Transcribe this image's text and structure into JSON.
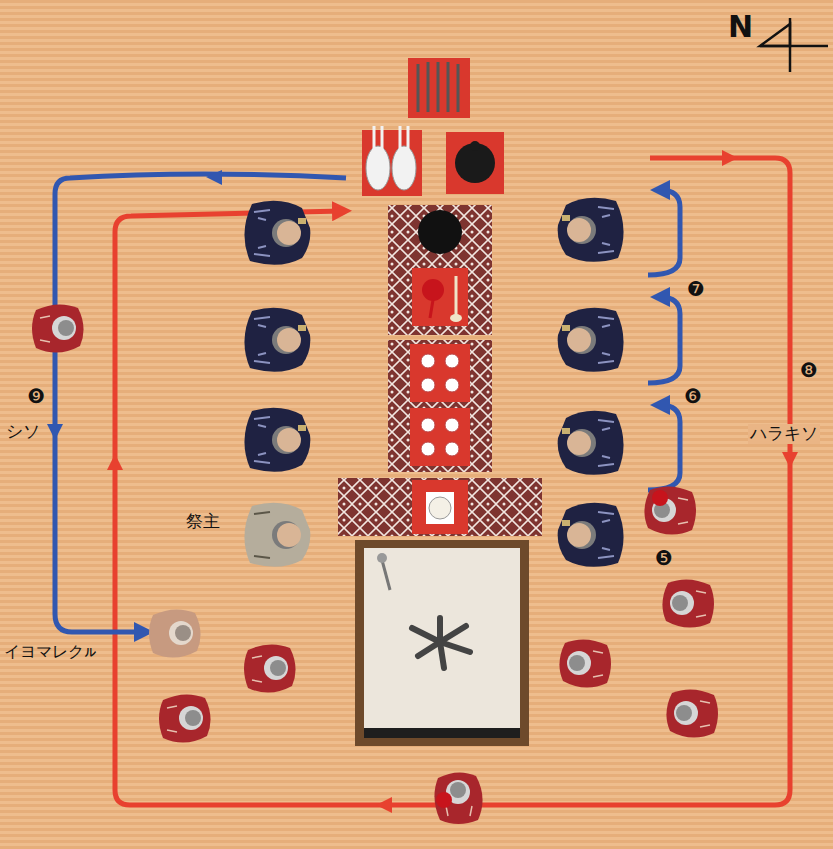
{
  "diagram": {
    "labels": [
      "N",
      "❼",
      "❻",
      "❽",
      "❺",
      "❾",
      "シソ",
      "ハラキソ",
      "祭主",
      "イヨマレクㇽ"
    ]
  }
}
